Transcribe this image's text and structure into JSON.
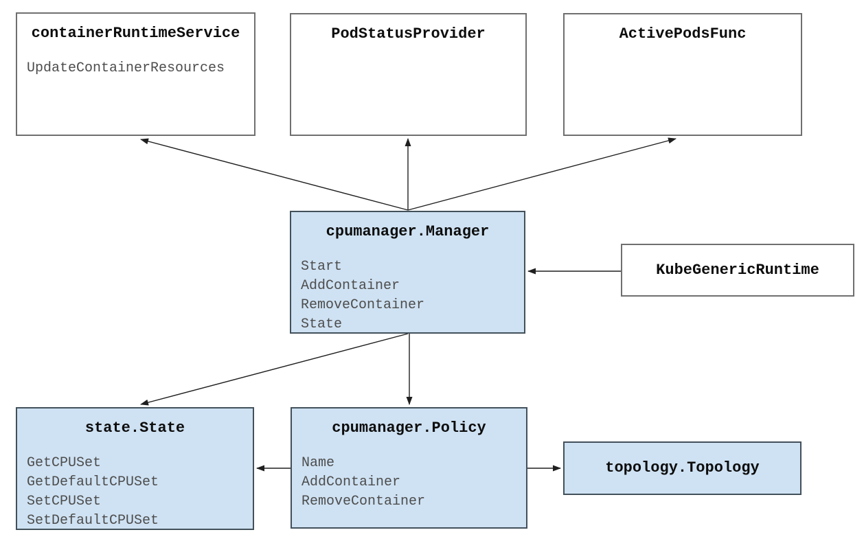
{
  "colors": {
    "background": "#ffffff",
    "box_fill_white": "#ffffff",
    "box_fill_blue": "#cfe2f3",
    "box_border_white": "#6f6f6f",
    "box_border_blue": "#42505a",
    "title_color": "#0d0d0d",
    "method_color": "#4d4d4d",
    "arrow_color": "#1f1f1f"
  },
  "nodes": [
    {
      "id": "container-runtime-service",
      "title": "containerRuntimeService",
      "fill": "white",
      "methods": [
        "UpdateContainerResources"
      ]
    },
    {
      "id": "pod-status-provider",
      "title": "PodStatusProvider",
      "fill": "white",
      "methods": []
    },
    {
      "id": "active-pods-func",
      "title": "ActivePodsFunc",
      "fill": "white",
      "methods": []
    },
    {
      "id": "cpumanager-manager",
      "title": "cpumanager.Manager",
      "fill": "blue",
      "methods": [
        "Start",
        "AddContainer",
        "RemoveContainer",
        "State"
      ]
    },
    {
      "id": "kube-generic-runtime",
      "title": "KubeGenericRuntime",
      "fill": "white",
      "methods": []
    },
    {
      "id": "state-state",
      "title": "state.State",
      "fill": "blue",
      "methods": [
        "GetCPUSet",
        "GetDefaultCPUSet",
        "SetCPUSet",
        "SetDefaultCPUSet"
      ]
    },
    {
      "id": "cpumanager-policy",
      "title": "cpumanager.Policy",
      "fill": "blue",
      "methods": [
        "Name",
        "AddContainer",
        "RemoveContainer"
      ]
    },
    {
      "id": "topology-topology",
      "title": "topology.Topology",
      "fill": "blue",
      "methods": []
    }
  ],
  "edges": [
    {
      "from": "cpumanager-manager",
      "to": "container-runtime-service"
    },
    {
      "from": "cpumanager-manager",
      "to": "pod-status-provider"
    },
    {
      "from": "cpumanager-manager",
      "to": "active-pods-func"
    },
    {
      "from": "kube-generic-runtime",
      "to": "cpumanager-manager"
    },
    {
      "from": "cpumanager-manager",
      "to": "state-state"
    },
    {
      "from": "cpumanager-manager",
      "to": "cpumanager-policy"
    },
    {
      "from": "cpumanager-policy",
      "to": "state-state"
    },
    {
      "from": "cpumanager-policy",
      "to": "topology-topology"
    }
  ]
}
